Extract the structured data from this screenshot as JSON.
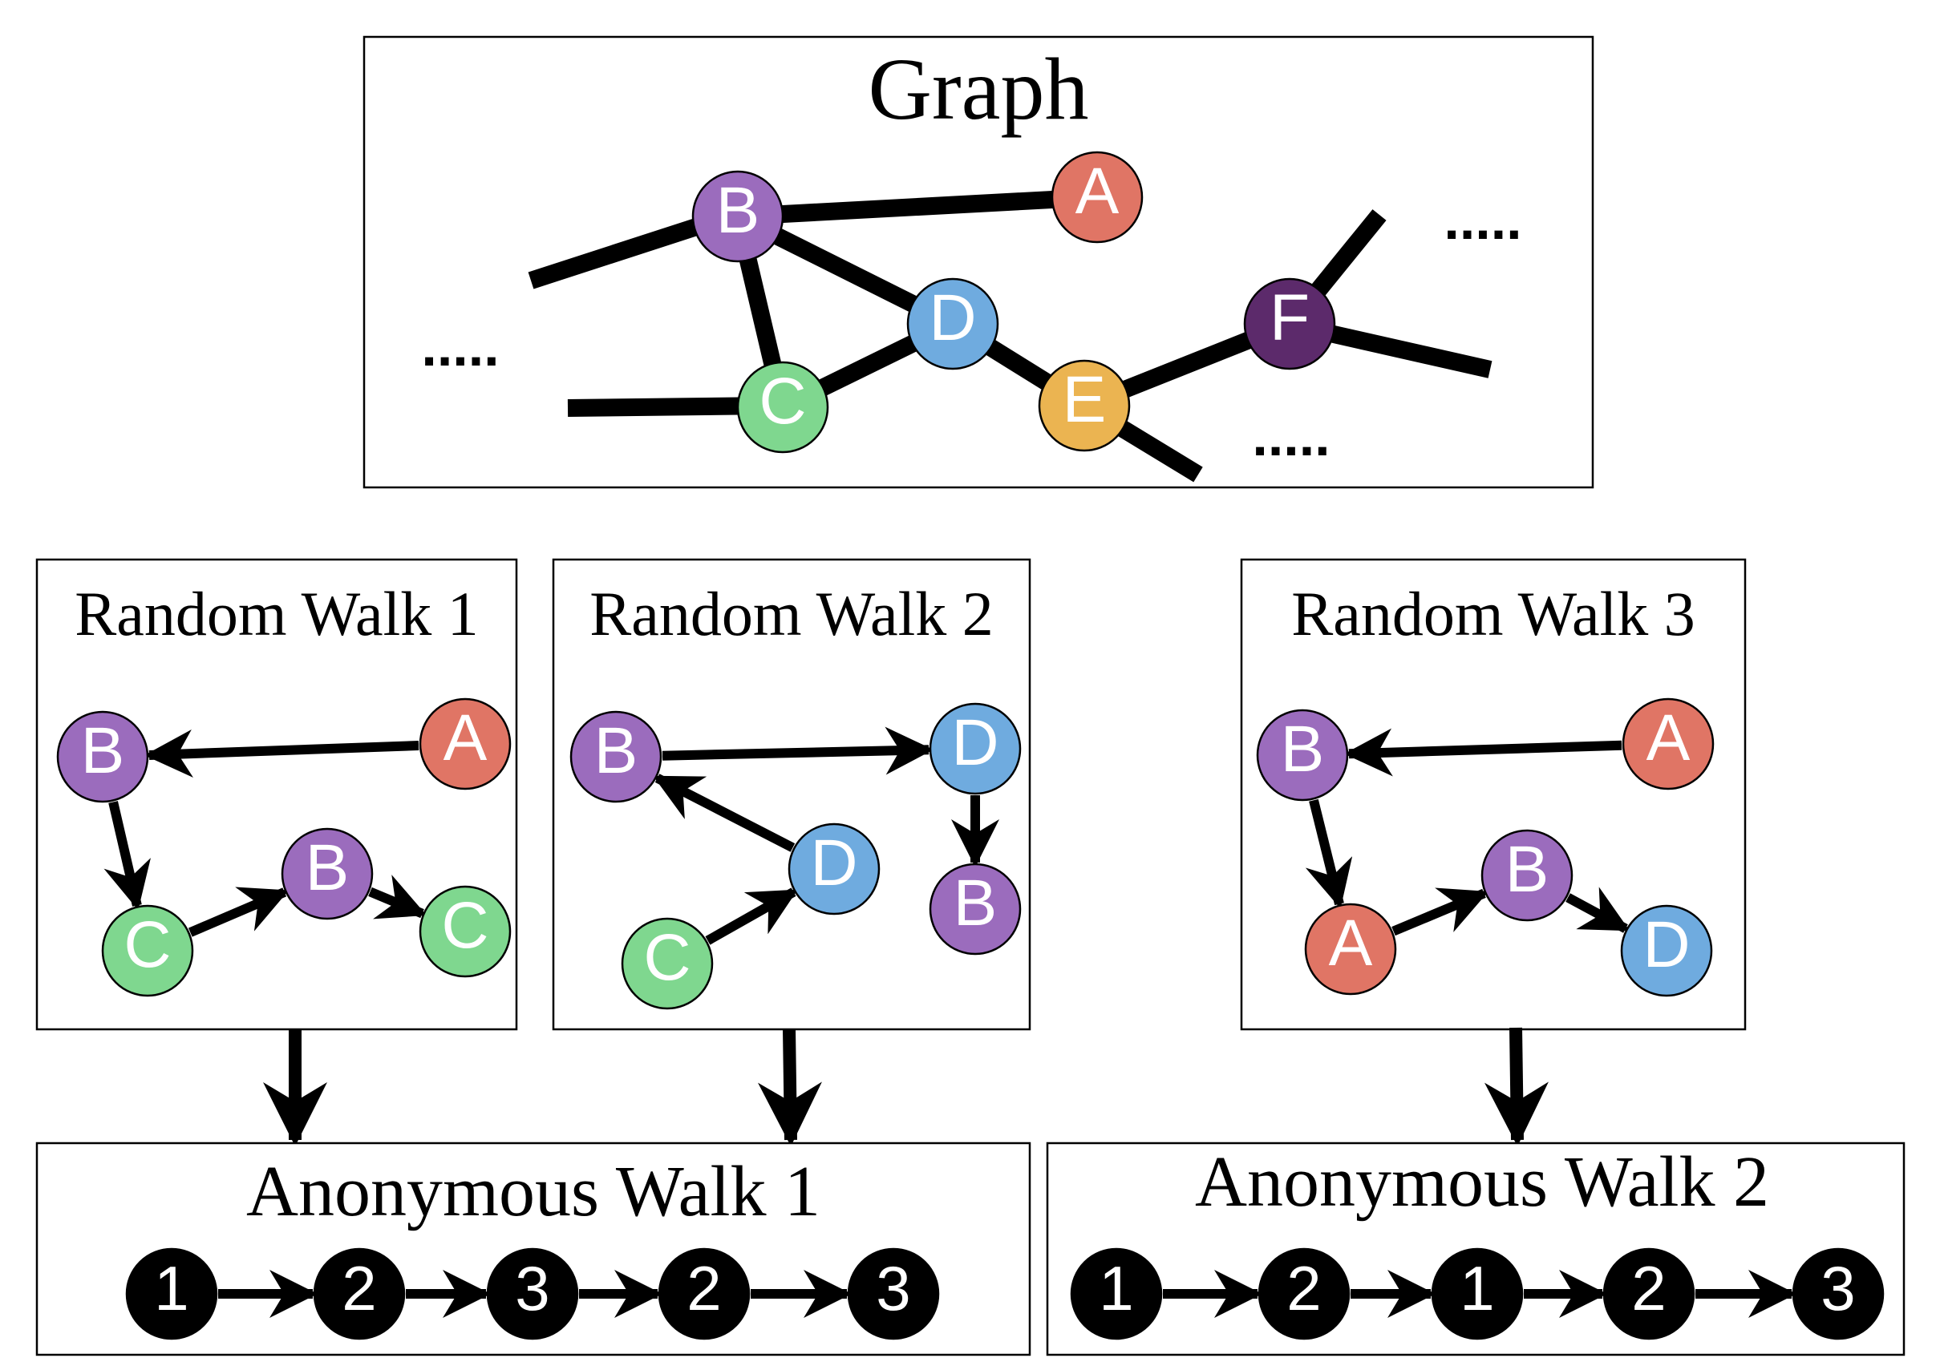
{
  "colors": {
    "A": "#e07565",
    "B": "#9b6cbd",
    "C": "#7fd78f",
    "D": "#6fabdf",
    "E": "#ebb451",
    "F": "#5c2a6b",
    "seq": "#000000"
  },
  "graph": {
    "title": "Graph",
    "dots": ".....",
    "nodes": [
      {
        "id": "B",
        "label": "B",
        "color": "B"
      },
      {
        "id": "A",
        "label": "A",
        "color": "A"
      },
      {
        "id": "D",
        "label": "D",
        "color": "D"
      },
      {
        "id": "C",
        "label": "C",
        "color": "C"
      },
      {
        "id": "E",
        "label": "E",
        "color": "E"
      },
      {
        "id": "F",
        "label": "F",
        "color": "F"
      }
    ],
    "edges": [
      [
        "B",
        "A"
      ],
      [
        "B",
        "D"
      ],
      [
        "B",
        "C"
      ],
      [
        "C",
        "D"
      ],
      [
        "D",
        "E"
      ],
      [
        "E",
        "F"
      ]
    ]
  },
  "random_walks": [
    {
      "title": "Random Walk 1",
      "nodes": [
        "A",
        "B",
        "C",
        "B",
        "C"
      ],
      "edges": [
        [
          0,
          1
        ],
        [
          1,
          2
        ],
        [
          2,
          3
        ],
        [
          3,
          4
        ]
      ]
    },
    {
      "title": "Random Walk 2",
      "nodes": [
        "C",
        "D",
        "B",
        "D",
        "B"
      ],
      "edges": [
        [
          0,
          1
        ],
        [
          1,
          2
        ],
        [
          2,
          3
        ],
        [
          3,
          4
        ]
      ]
    },
    {
      "title": "Random Walk 3",
      "nodes": [
        "A",
        "B",
        "A",
        "B",
        "D"
      ],
      "edges": [
        [
          0,
          1
        ],
        [
          1,
          2
        ],
        [
          2,
          3
        ],
        [
          3,
          4
        ]
      ]
    }
  ],
  "anonymous_walks": [
    {
      "title": "Anonymous Walk 1",
      "sequence": [
        "1",
        "2",
        "3",
        "2",
        "3"
      ]
    },
    {
      "title": "Anonymous Walk 2",
      "sequence": [
        "1",
        "2",
        "1",
        "2",
        "3"
      ]
    }
  ]
}
